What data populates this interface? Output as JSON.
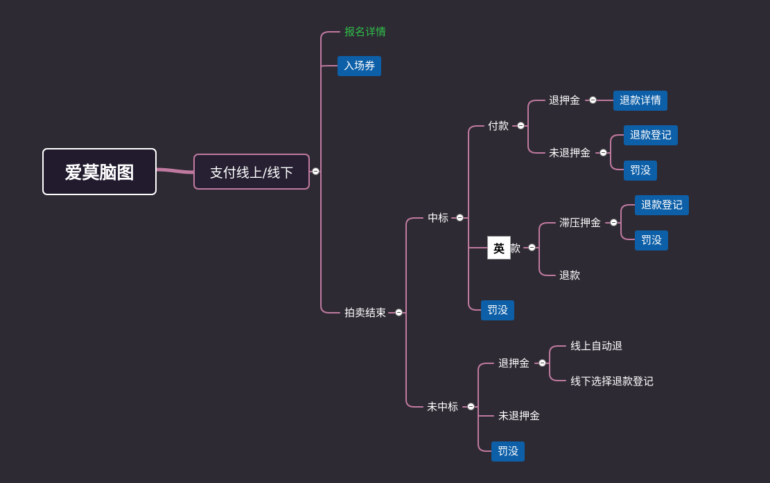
{
  "mindmap": {
    "root": "爱莫脑图",
    "main": "支付线上/线下",
    "signup_details": "报名详情",
    "ticket": "入场券",
    "auction_end": "拍卖结束",
    "won": "中标",
    "payment": "付款",
    "refund_deposit": "退押金",
    "refund_details": "退款详情",
    "no_refund_deposit": "未退押金",
    "refund_register_1": "退款登记",
    "penalty_1": "罚没",
    "held_deposit": "滞压押金",
    "refund_register_2": "退款登记",
    "penalty_2": "罚没",
    "refund": "退款",
    "payment_partial": "款",
    "penalty_3": "罚没",
    "not_won": "未中标",
    "refund_deposit_2": "退押金",
    "auto_refund_online": "线上自动退",
    "offline_refund_register": "线下选择退款登记",
    "no_refund_deposit_2": "未退押金",
    "penalty_4": "罚没"
  },
  "ime_indicator": "英",
  "colors": {
    "background": "#2e2a33",
    "connector": "#c07aa0",
    "box": "#0d5fa8",
    "green_text": "#2fbf4a"
  }
}
